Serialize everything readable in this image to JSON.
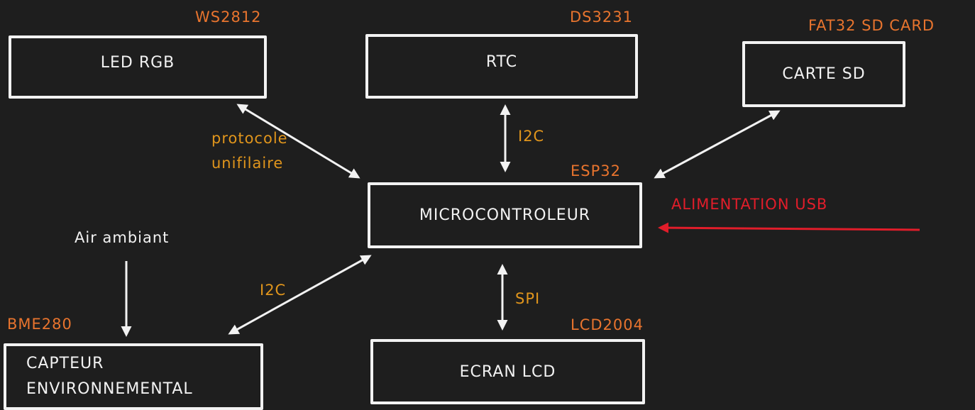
{
  "colors": {
    "background": "#1e1e1e",
    "box_border": "#f2f2f2",
    "chip_label": "#e8742e",
    "protocol_label": "#e0951c",
    "power": "#e11d2a"
  },
  "blocks": {
    "led": {
      "label": "LED RGB",
      "chip": "WS2812"
    },
    "rtc": {
      "label": "RTC",
      "chip": "DS3231"
    },
    "sd": {
      "label": "CARTE SD",
      "chip": "FAT32 SD CARD"
    },
    "mcu": {
      "label": "MICROCONTROLEUR",
      "chip": "ESP32"
    },
    "sensor": {
      "label": "CAPTEUR\nENVIRONNEMENTAL",
      "chip": "BME280"
    },
    "lcd": {
      "label": "ECRAN LCD",
      "chip": "LCD2004"
    }
  },
  "links": {
    "led_protocol": "protocole\nunifilaire",
    "rtc_protocol": "I2C",
    "sensor_protocol": "I2C",
    "lcd_protocol": "SPI",
    "power_label": "ALIMENTATION USB",
    "air_label": "Air ambiant"
  }
}
